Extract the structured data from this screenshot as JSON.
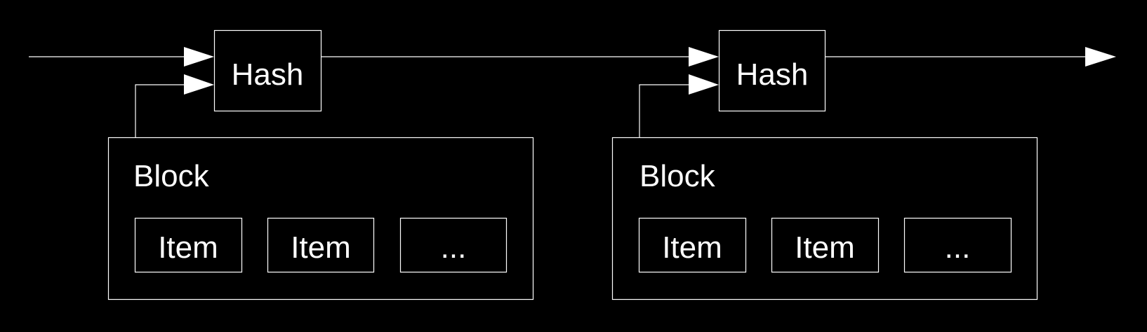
{
  "colors": {
    "background": "#000000",
    "foreground": "#ffffff"
  },
  "stages": [
    {
      "hash_label": "Hash",
      "block": {
        "label": "Block",
        "items": [
          "Item",
          "Item",
          "..."
        ]
      }
    },
    {
      "hash_label": "Hash",
      "block": {
        "label": "Block",
        "items": [
          "Item",
          "Item",
          "..."
        ]
      }
    }
  ]
}
